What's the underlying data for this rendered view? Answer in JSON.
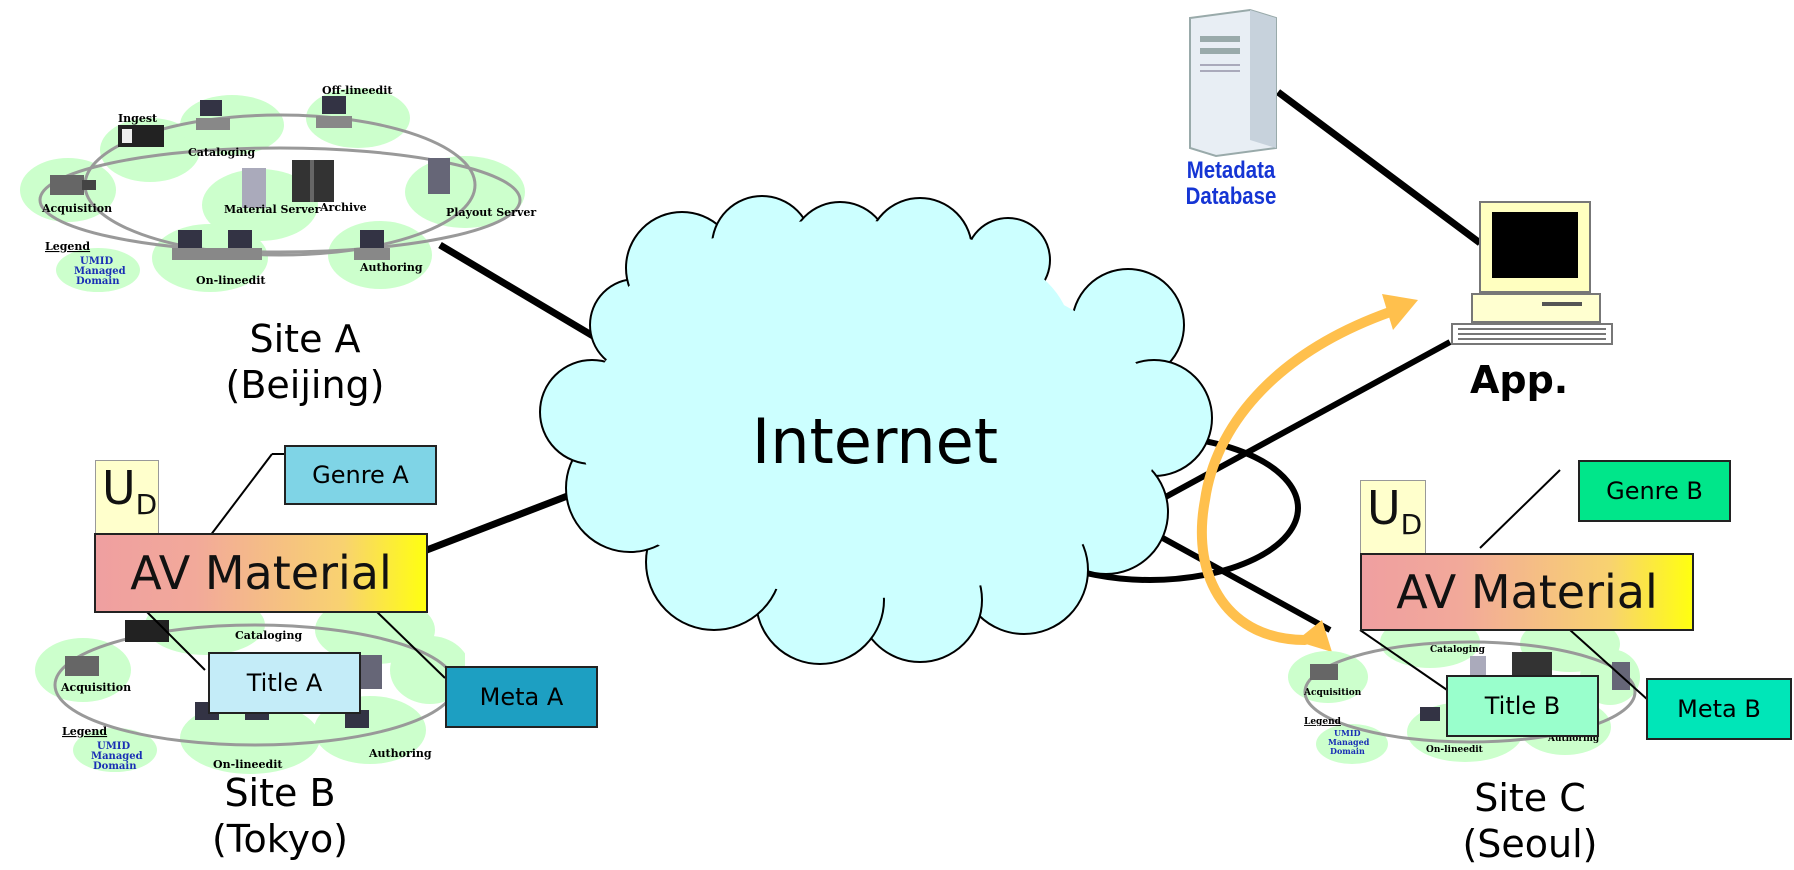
{
  "cloud": {
    "label": "Internet"
  },
  "sites": {
    "a": {
      "line1": "Site A",
      "line2": "(Beijing)"
    },
    "b": {
      "line1": "Site B",
      "line2": "(Tokyo)"
    },
    "c": {
      "line1": "Site C",
      "line2": "(Seoul)"
    }
  },
  "network_labels": {
    "ingest": "Ingest",
    "offline": "Off-lineedit",
    "cataloging": "Cataloging",
    "acquisition": "Acquisition",
    "material_server": "Material Server",
    "archive": "Archive",
    "playout": "Playout Server",
    "online": "On-lineedit",
    "authoring": "Authoring",
    "legend": "Legend",
    "legend_text": [
      "UMID",
      "Managed",
      "Domain"
    ]
  },
  "database": {
    "line1": "Metadata",
    "line2": "Database"
  },
  "app": {
    "label": "App."
  },
  "left_material": {
    "ud_main": "U",
    "ud_sub": "D",
    "av": "AV Material",
    "genre": "Genre A",
    "title": "Title A",
    "meta": "Meta A"
  },
  "right_material": {
    "ud_main": "U",
    "ud_sub": "D",
    "av": "AV Material",
    "genre": "Genre B",
    "title": "Title B",
    "meta": "Meta B"
  },
  "colors": {
    "cloud_fill": "#ccffff",
    "domain_fill": "#ccffcc",
    "genre_a": "#7fd4e6",
    "title_a": "#c4ecf8",
    "meta_a": "#1d9fc2",
    "genre_b": "#00e68a",
    "title_b": "#99ffcc",
    "meta_b": "#00e6b8",
    "arrow": "#ffc04d",
    "db_label": "#1535d4"
  }
}
